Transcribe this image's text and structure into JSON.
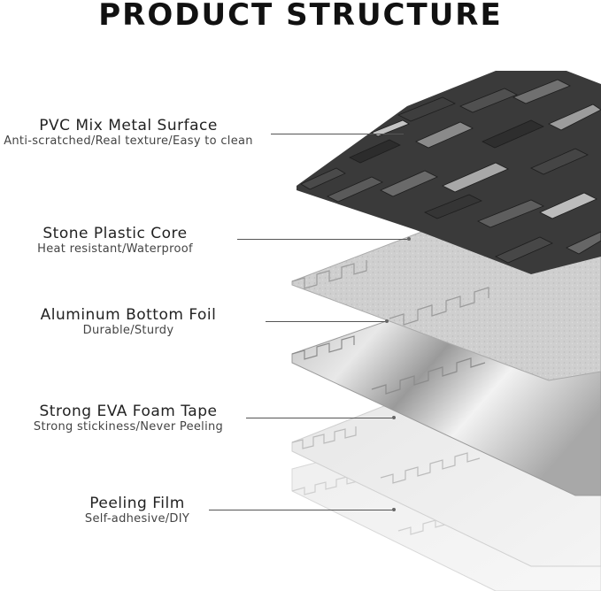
{
  "title": "PRODUCT STRUCTURE",
  "layers": [
    {
      "name": "PVC Mix Metal Surface",
      "desc": "Anti-scratched/Real texture/Easy to clean"
    },
    {
      "name": "Stone Plastic Core",
      "desc": "Heat resistant/Waterproof"
    },
    {
      "name": "Aluminum Bottom Foil",
      "desc": "Durable/Sturdy"
    },
    {
      "name": "Strong EVA Foam Tape",
      "desc": "Strong stickiness/Never Peeling"
    },
    {
      "name": "Peeling Film",
      "desc": "Self-adhesive/DIY"
    }
  ],
  "colors": {
    "title": "#111111",
    "text": "#222222",
    "leader": "#555555"
  }
}
